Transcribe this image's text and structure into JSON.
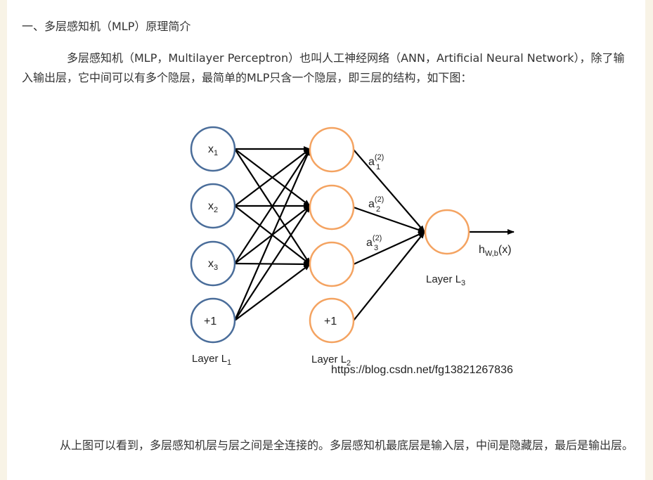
{
  "heading": "一、多层感知机（MLP）原理简介",
  "intro_paragraph": "多层感知机（MLP，Multilayer Perceptron）也叫人工神经网络（ANN，Artificial Neural Network），除了输入输出层，它中间可以有多个隐层，最简单的MLP只含一个隐层，即三层的结构，如下图：",
  "figure": {
    "layer1": {
      "nodes": [
        {
          "base": "x",
          "sub": "1"
        },
        {
          "base": "x",
          "sub": "2"
        },
        {
          "base": "x",
          "sub": "3"
        },
        {
          "base": "+1",
          "sub": ""
        }
      ],
      "label_base": "Layer L",
      "label_sub": "1"
    },
    "layer2": {
      "bias_node": "+1",
      "activations": [
        {
          "base": "a",
          "sup": "(2)",
          "sub": "1"
        },
        {
          "base": "a",
          "sup": "(2)",
          "sub": "2"
        },
        {
          "base": "a",
          "sup": "(2)",
          "sub": "3"
        }
      ],
      "label_base": "Layer L",
      "label_sub": "2"
    },
    "layer3": {
      "label_base": "Layer L",
      "label_sub": "3"
    },
    "output": {
      "base": "h",
      "sub": "W,b",
      "suffix": "(x)"
    },
    "watermark": "https://blog.csdn.net/fg13821267836",
    "colors": {
      "input_node": "#4a6d9a",
      "hidden_node": "#f4a361",
      "edge": "#000000"
    }
  },
  "conclusion_paragraph": "从上图可以看到，多层感知机层与层之间是全连接的。多层感知机最底层是输入层，中间是隐藏层，最后是输出层。"
}
